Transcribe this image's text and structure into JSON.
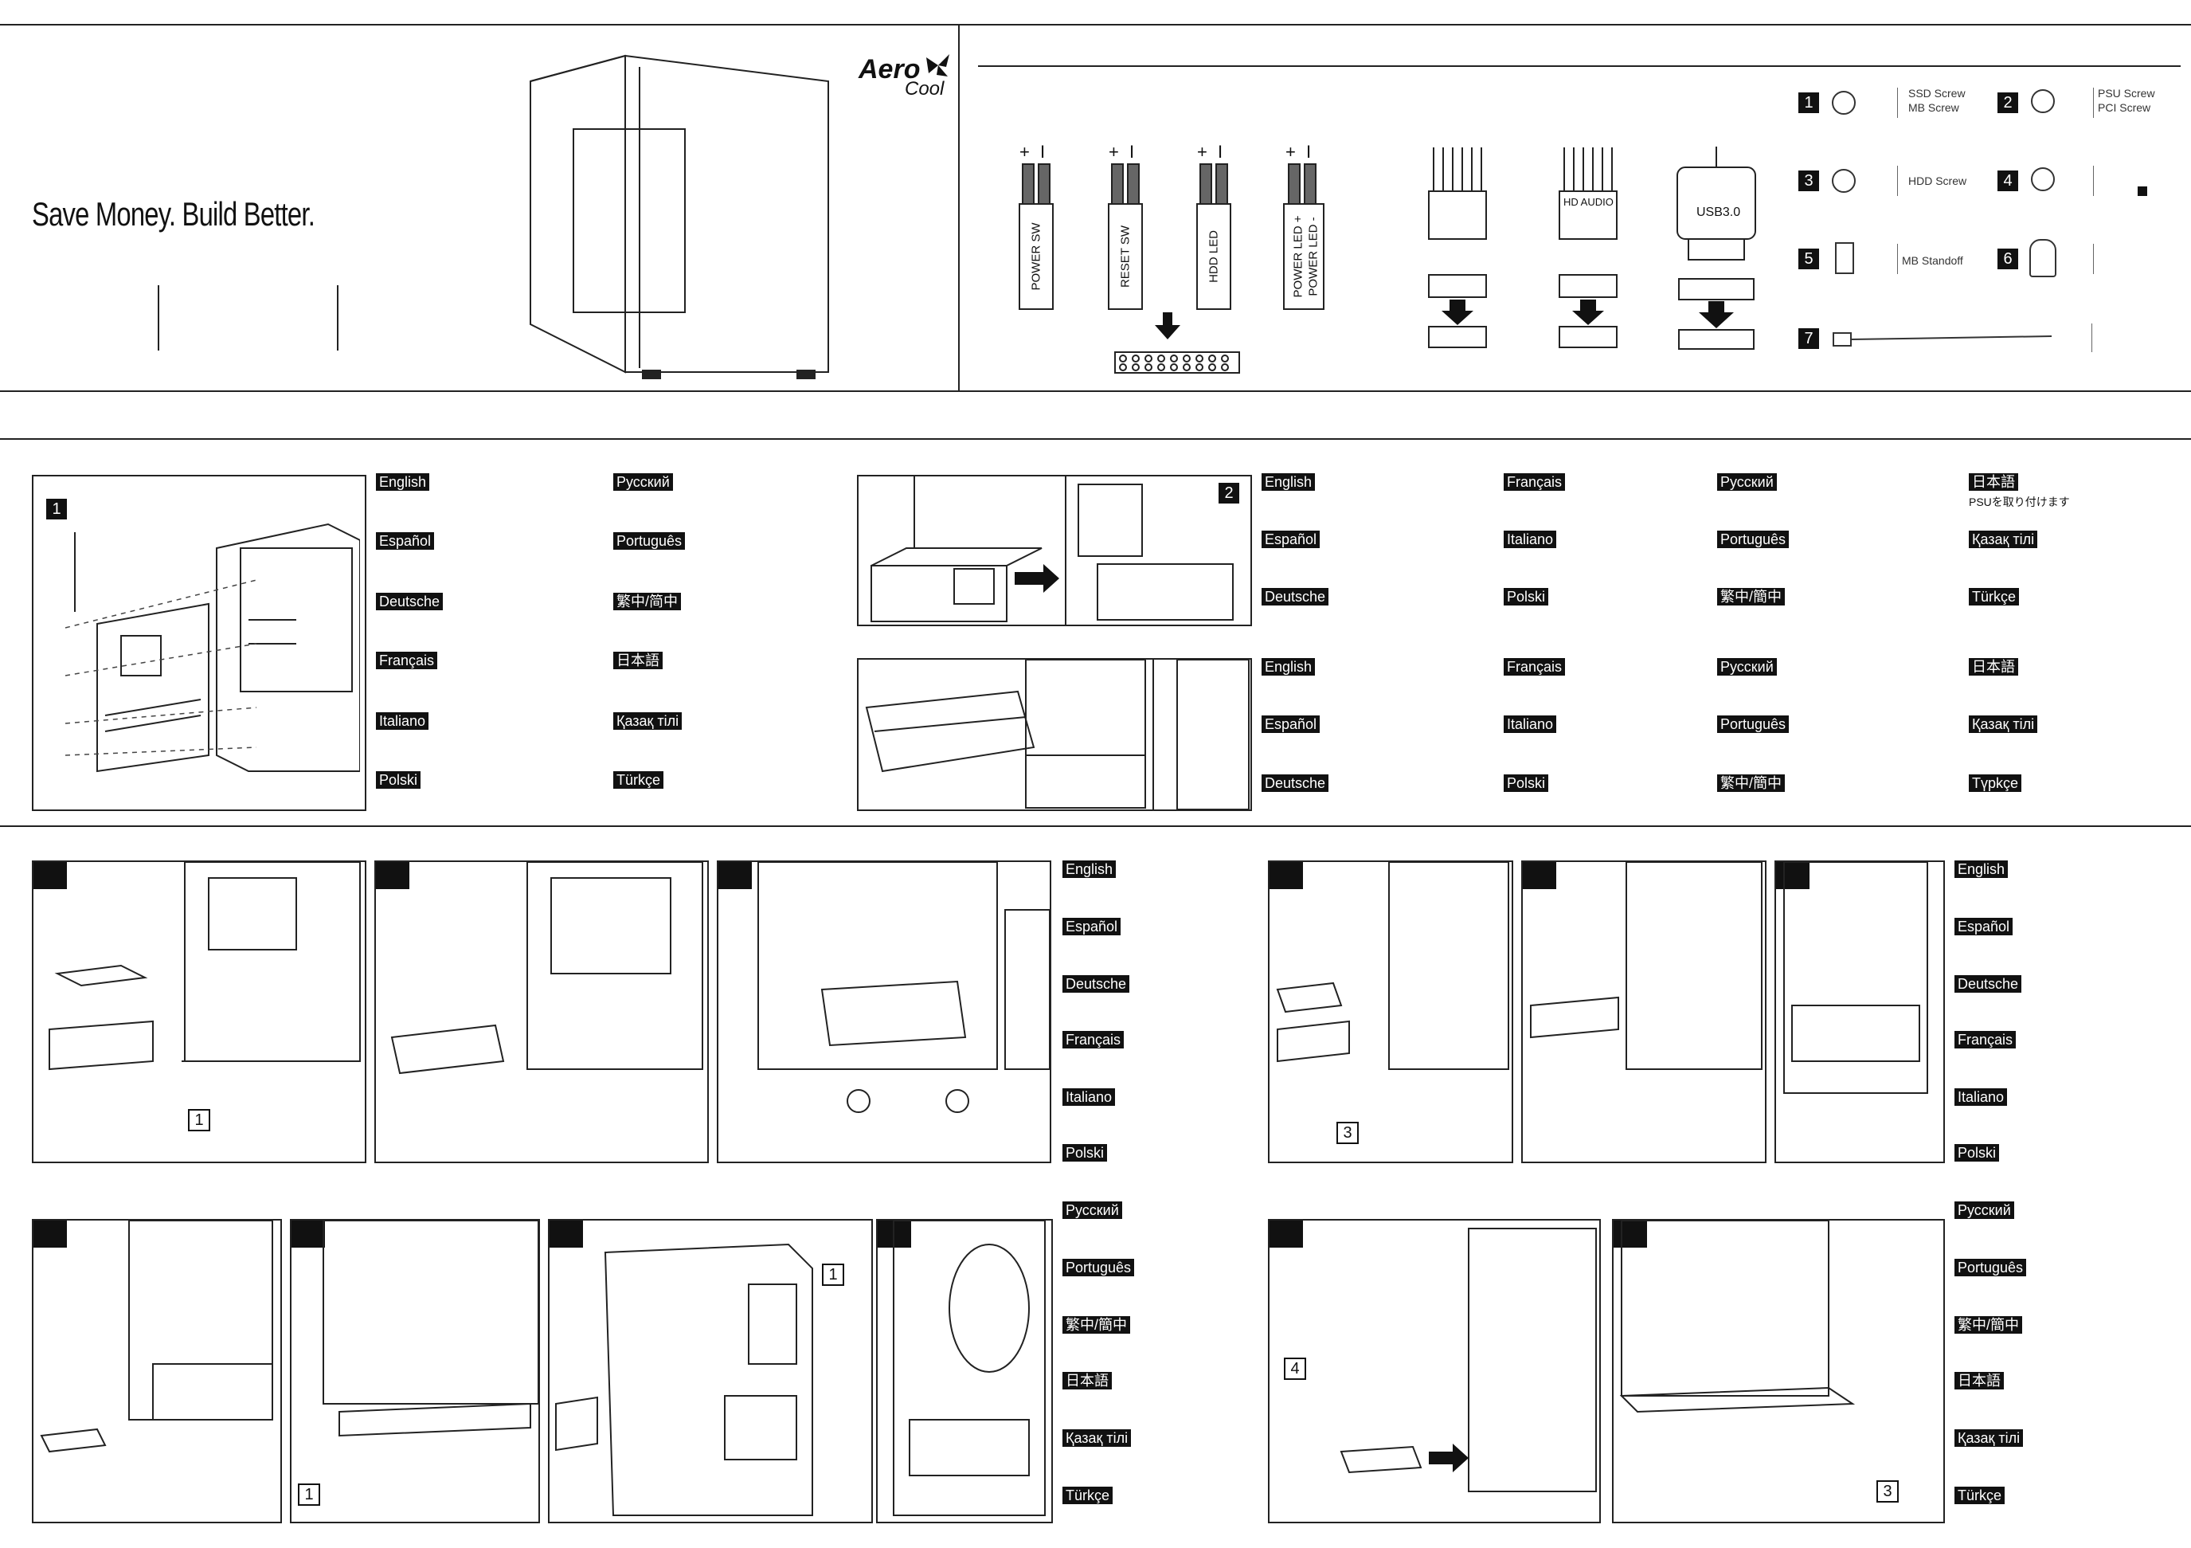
{
  "header": {
    "tagline": "Save Money. Build Better.",
    "brand_main": "Aero",
    "brand_sub": "Cool"
  },
  "connectors": {
    "front_panel": [
      "POWER SW",
      "RESET SW",
      "HDD LED",
      "POWER LED +",
      "POWER LED -"
    ],
    "hd_audio": "HD AUDIO",
    "usb": "USB3.0",
    "polarity_plus": "+",
    "polarity_minus": "I"
  },
  "accessories": [
    {
      "num": "1",
      "labels": [
        "SSD Screw",
        "MB Screw"
      ],
      "icon": "screw-icon"
    },
    {
      "num": "2",
      "labels": [
        "PSU Screw",
        "PCI Screw"
      ],
      "icon": "screw-icon"
    },
    {
      "num": "3",
      "labels": [
        "HDD Screw"
      ],
      "icon": "screw-icon"
    },
    {
      "num": "4",
      "labels": [
        ""
      ],
      "icon": "screw-icon"
    },
    {
      "num": "5",
      "labels": [
        "MB Standoff"
      ],
      "icon": "standoff-icon"
    },
    {
      "num": "6",
      "labels": [
        ""
      ],
      "icon": "standoff-socket-icon"
    },
    {
      "num": "7",
      "labels": [
        ""
      ],
      "icon": "cable-tie-icon"
    }
  ],
  "sec1": {
    "step_num": "1",
    "langs_col1": [
      "English",
      "Español",
      "Deutsche",
      "Français",
      "Italiano",
      "Polski"
    ],
    "langs_col2": [
      "Русский",
      "Português",
      "繁中/简中",
      "日本語",
      "Қазақ тілі",
      "Türkçe"
    ]
  },
  "sec2": {
    "step_num": "2",
    "psu_langs": {
      "c1": [
        "English",
        "Español",
        "Deutsche"
      ],
      "c2": [
        "Français",
        "Italiano",
        "Polski"
      ],
      "c3": [
        "Русский",
        "Português",
        "繁中/簡中"
      ],
      "c4": [
        "日本語",
        "Қазақ тілі",
        "Türkçe"
      ],
      "jp_note": "PSUを取り付けます"
    },
    "gpu_langs": {
      "c1": [
        "English",
        "Español",
        "Deutsche"
      ],
      "c2": [
        "Français",
        "Italiano",
        "Polski"
      ],
      "c3": [
        "Русский",
        "Português",
        "繁中/簡中"
      ],
      "c4": [
        "日本語",
        "Қазақ тілі",
        "Түрkçe"
      ]
    }
  },
  "sec3": {
    "callouts": {
      "a": "1",
      "b": "3",
      "c": "1",
      "d": "4",
      "e": "3"
    },
    "langs_left": [
      "English",
      "Español",
      "Deutsche",
      "Français",
      "Italiano",
      "Polski",
      "Русский",
      "Português",
      "繁中/簡中",
      "日本語",
      "Қазақ тілі",
      "Türkçe"
    ],
    "langs_right": [
      "English",
      "Español",
      "Deutsche",
      "Français",
      "Italiano",
      "Polski",
      "Русский",
      "Português",
      "繁中/簡中",
      "日本語",
      "Қазақ тілі",
      "Türkçe"
    ]
  }
}
